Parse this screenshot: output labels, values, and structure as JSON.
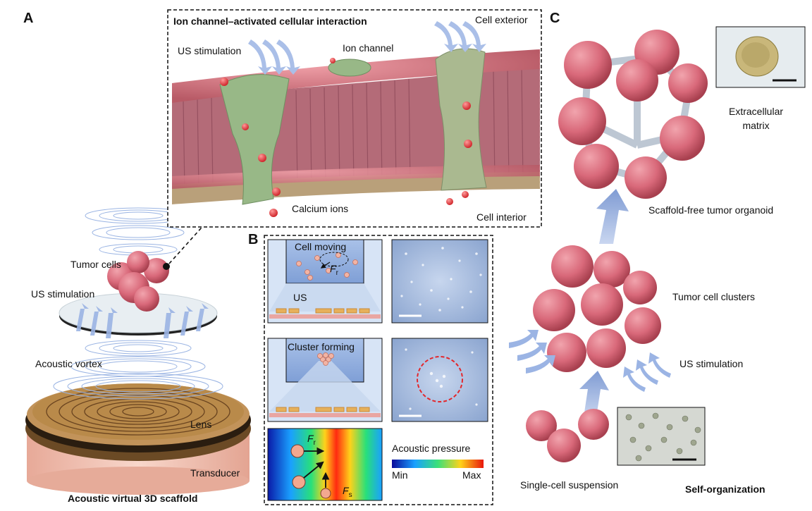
{
  "panels": {
    "a": {
      "letter": "A",
      "labels": {
        "tumor_cells": "Tumor cells",
        "us_stimulation": "US stimulation",
        "acoustic_vortex": "Acoustic vortex",
        "lens": "Lens",
        "transducer": "Transducer"
      },
      "caption": "Acoustic virtual 3D scaffold",
      "inset": {
        "title": "Ion channel–activated cellular interaction",
        "us_stimulation": "US stimulation",
        "ion_channel": "Ion channel",
        "cell_exterior": "Cell exterior",
        "calcium_ions": "Calcium ions",
        "cell_interior": "Cell interior"
      }
    },
    "b": {
      "letter": "B",
      "cell_moving": "Cell moving",
      "force_r_symbol": "F",
      "force_r_sub": "r",
      "us": "US",
      "cluster_forming": "Cluster forming",
      "acoustic_pressure": "Acoustic pressure",
      "min": "Min",
      "max": "Max",
      "force_s_symbol": "F",
      "force_s_sub": "s"
    },
    "c": {
      "letter": "C",
      "extracellular_matrix": "Extracellular\nmatrix",
      "scaffold_free": "Scaffold-free tumor organoid",
      "tumor_cell_clusters": "Tumor cell clusters",
      "us_stimulation": "US stimulation",
      "single_cell": "Single-cell suspension",
      "self_organization": "Self-organization"
    }
  },
  "colors": {
    "cell_pink": "#d9697a",
    "arrow_blue": "#8ea9dc",
    "ion_red": "#e8474a",
    "channel_green": "#98b887",
    "lens_gold": "#b98a4a",
    "transducer_pink": "#f1c4b4"
  }
}
